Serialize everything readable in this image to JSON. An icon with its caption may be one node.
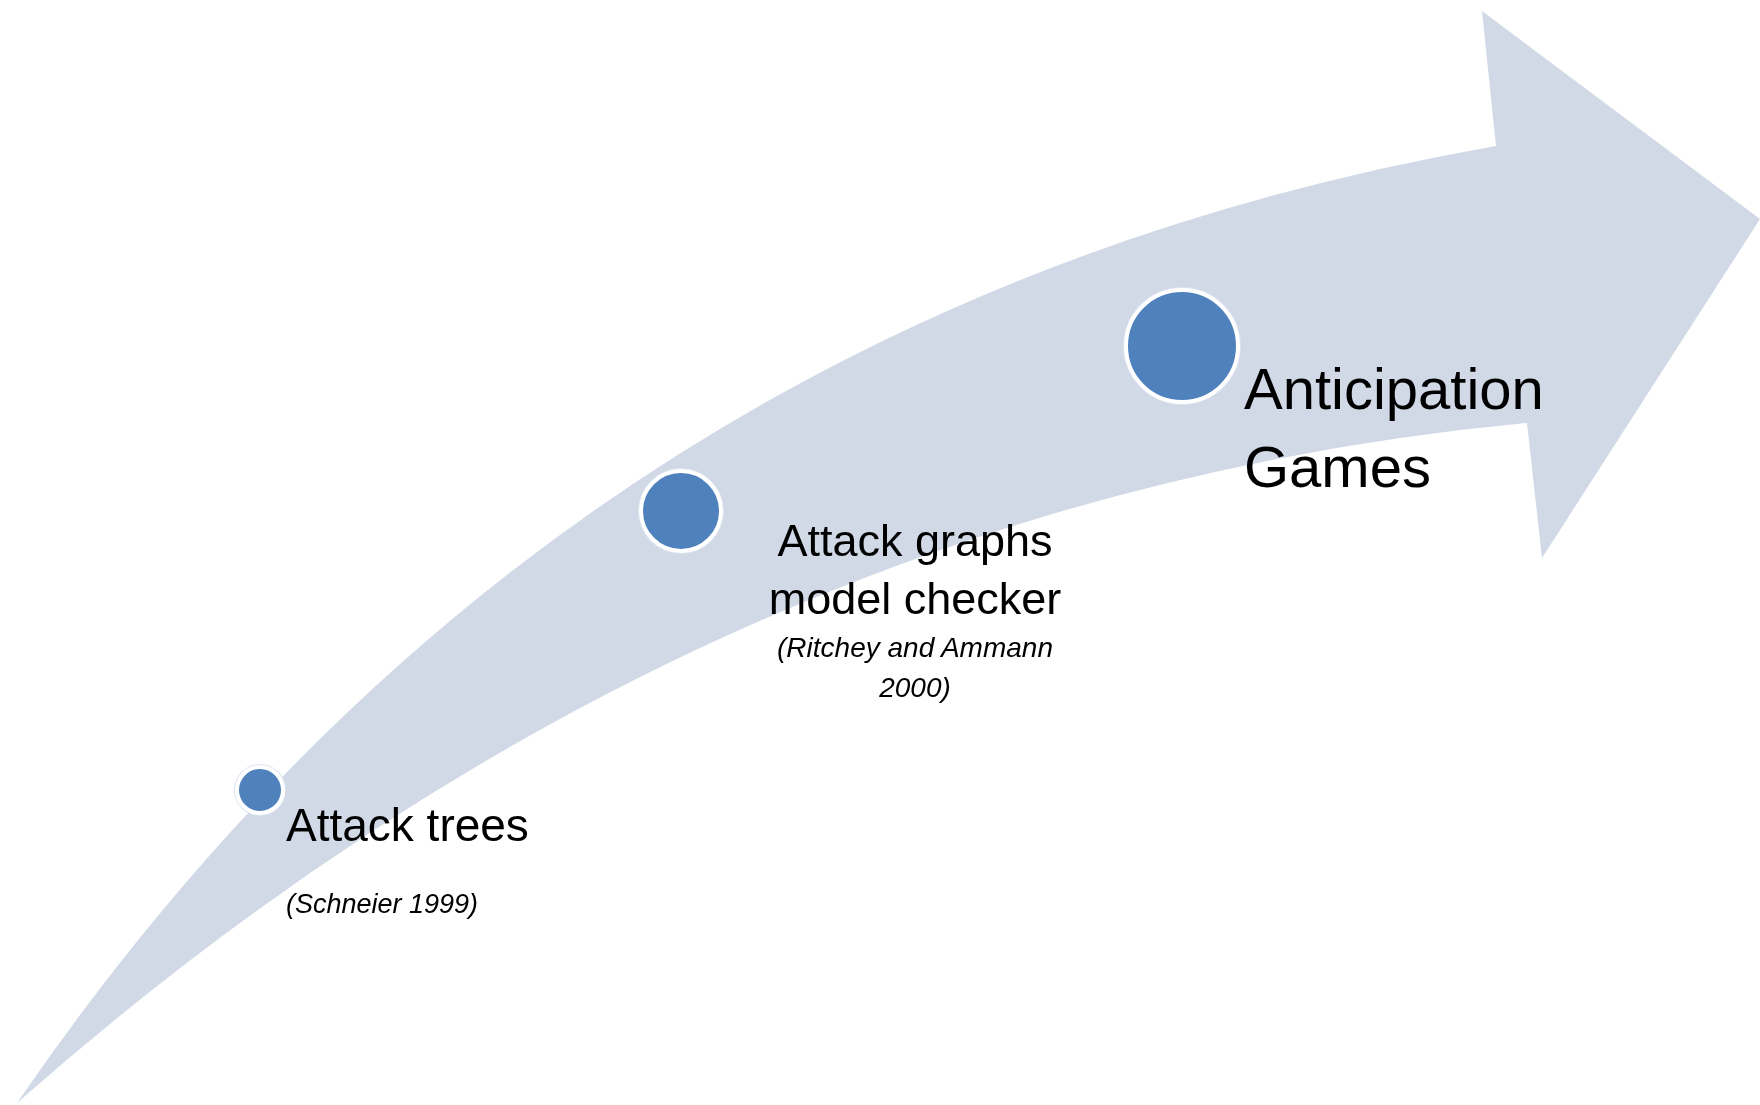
{
  "diagram": {
    "nodes": [
      {
        "text": [],
        "shape": "circle",
        "beside": [
          "Attack trees",
          "(Schneier 1999)"
        ]
      },
      {
        "text": [],
        "shape": "circle",
        "beside": [
          "Attack graphs model checker",
          "(Ritchey and Ammann 2000)"
        ]
      },
      {
        "text": [],
        "shape": "circle",
        "beside": [
          "Anticipation Games"
        ]
      }
    ]
  }
}
